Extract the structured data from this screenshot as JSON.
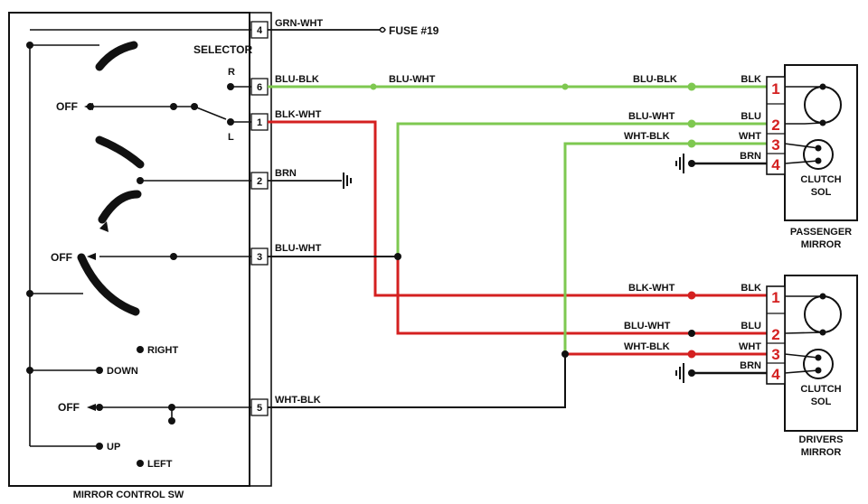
{
  "switch_panel": {
    "title": "MIRROR CONTROL SW",
    "selector_label": "SELECTOR",
    "selector_r": "R",
    "selector_l": "L",
    "off_labels": [
      "OFF",
      "OFF",
      "OFF"
    ],
    "directions": {
      "right": "RIGHT",
      "down": "DOWN",
      "up": "UP",
      "left": "LEFT"
    }
  },
  "connector_pins": [
    "4",
    "6",
    "1",
    "2",
    "3",
    "5"
  ],
  "wires": {
    "grn_wht": "GRN-WHT",
    "fuse": "FUSE #19",
    "blu_blk_left": "BLU-BLK",
    "blu_wht_top": "BLU-WHT",
    "blu_blk_right": "BLU-BLK",
    "blk_wht_left": "BLK-WHT",
    "blu_wht_passenger": "BLU-WHT",
    "wht_blk_passenger": "WHT-BLK",
    "brn_left": "BRN",
    "blu_wht_left": "BLU-WHT",
    "blk_wht_driver": "BLK-WHT",
    "blu_wht_driver": "BLU-WHT",
    "wht_blk_driver": "WHT-BLK",
    "wht_blk_left": "WHT-BLK"
  },
  "passenger_mirror": {
    "title_line1": "PASSENGER",
    "title_line2": "MIRROR",
    "clutch_line1": "CLUTCH",
    "clutch_line2": "SOL",
    "terminals": [
      "BLK",
      "BLU",
      "WHT",
      "BRN"
    ],
    "numbers": [
      "1",
      "2",
      "3",
      "4"
    ]
  },
  "drivers_mirror": {
    "title_line1": "DRIVERS",
    "title_line2": "MIRROR",
    "clutch_line1": "CLUTCH",
    "clutch_line2": "SOL",
    "terminals": [
      "BLK",
      "BLU",
      "WHT",
      "BRN"
    ],
    "numbers": [
      "1",
      "2",
      "3",
      "4"
    ]
  },
  "colors": {
    "green_wire": "#7ec850",
    "red_wire": "#d42020",
    "black_wire": "#111111"
  }
}
